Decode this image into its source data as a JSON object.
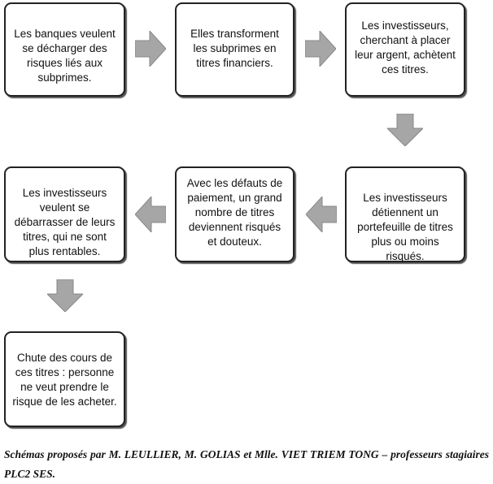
{
  "boxes": [
    "Les banques veulent se décharger des risques liés aux subprimes.",
    "Elles transforment les subprimes en titres financiers.",
    "Les investisseurs, cherchant à placer leur argent, achètent ces titres.",
    "Les investisseurs détiennent un portefeuille de titres plus ou moins risqués.",
    "Avec les défauts de paiement, un grand nombre de titres deviennent risqués et douteux.",
    "Les investisseurs veulent se débarrasser de leurs titres, qui ne sont plus rentables.",
    "Chute des cours de ces titres : personne ne veut prendre le risque de les acheter."
  ],
  "caption": "Schémas proposés par M. LEULLIER, M. GOLIAS et Mlle. VIET TRIEM TONG – professeurs stagiaires PLC2 SES.",
  "colors": {
    "arrow": "#a6a6a6",
    "border": "#222222"
  }
}
